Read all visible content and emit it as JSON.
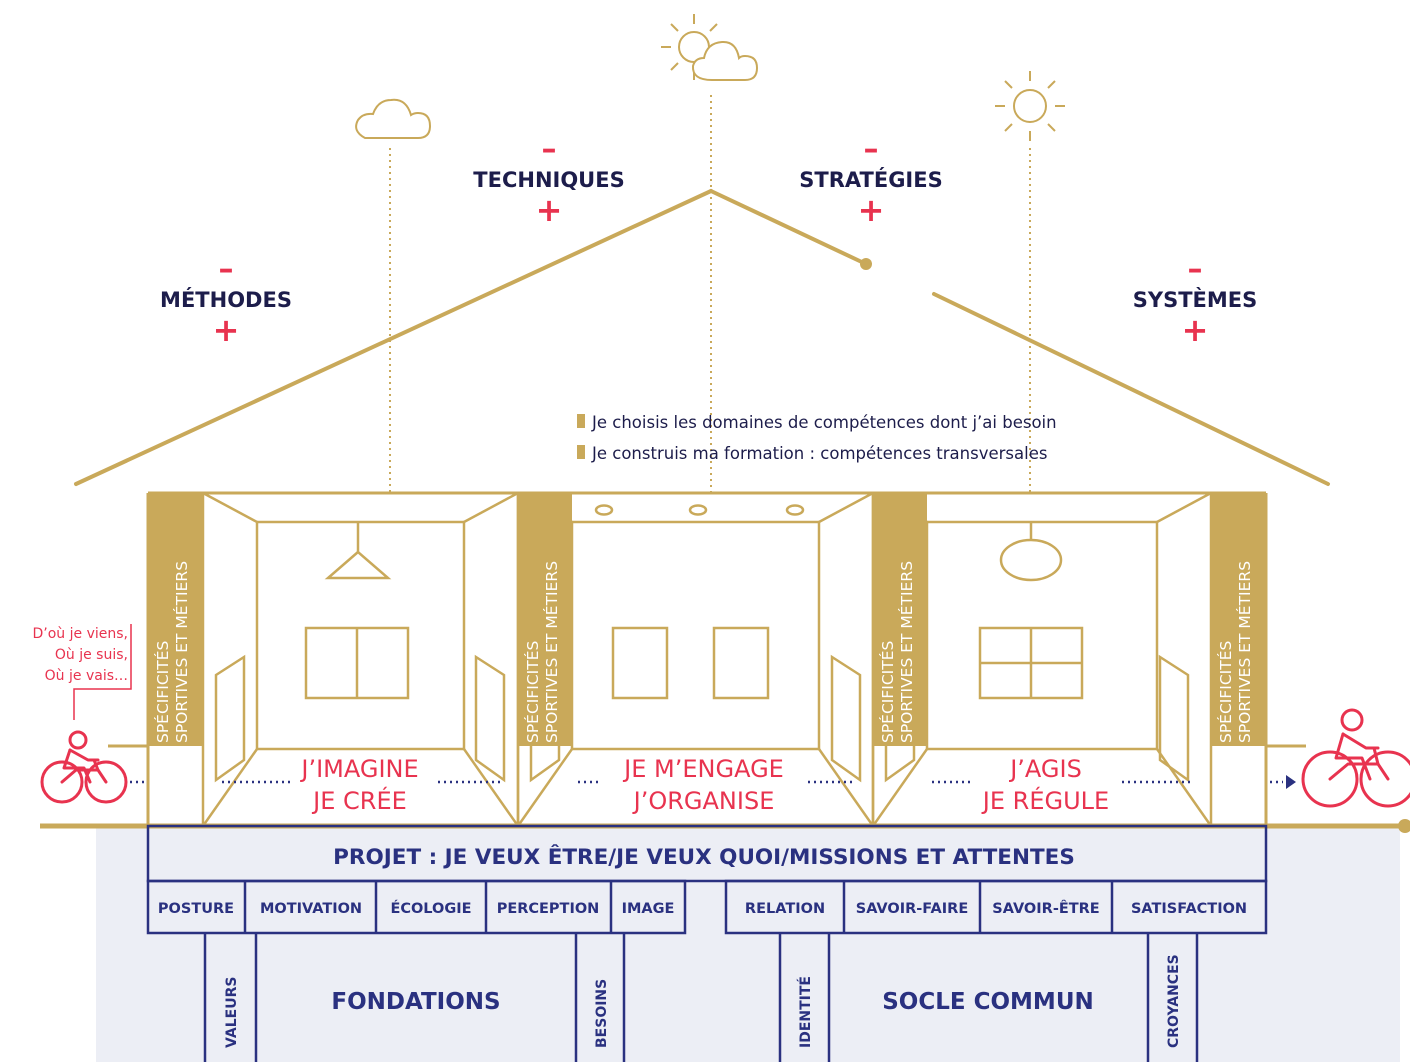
{
  "colors": {
    "gold": "#c9a95a",
    "navy": "#2a3180",
    "red": "#e8334f",
    "foundation_bg": "#eceef5"
  },
  "categories": [
    {
      "id": "methodes",
      "label": "MÉTHODES",
      "minus": "–",
      "plus": "+"
    },
    {
      "id": "techniques",
      "label": "TECHNIQUES",
      "minus": "–",
      "plus": "+"
    },
    {
      "id": "strategies",
      "label": "STRATÉGIES",
      "minus": "–",
      "plus": "+"
    },
    {
      "id": "systemes",
      "label": "SYSTÈMES",
      "minus": "–",
      "plus": "+"
    }
  ],
  "weather_icons": [
    "cloud-icon",
    "sun-cloud-icon",
    "sun-icon"
  ],
  "notes": [
    "Je choisis les domaines de compétences dont j’ai besoin",
    "Je construis ma formation : compétences transversales"
  ],
  "specificities": {
    "line1": "SPÉCIFICITÉS",
    "line2": "SPORTIVES ET MÉTIERS"
  },
  "rooms": [
    {
      "line1": "J’IMAGINE",
      "line2": "JE CRÉE"
    },
    {
      "line1": "JE M’ENGAGE",
      "line2": "J’ORGANISE"
    },
    {
      "line1": "J’AGIS",
      "line2": "JE RÉGULE"
    }
  ],
  "rider_text": [
    "D’où je viens,",
    "Où je suis,",
    "Où je vais…"
  ],
  "project": "PROJET : JE VEUX ÊTRE/JE VEUX QUOI/MISSIONS ET ATTENTES",
  "left_pillars": [
    "POSTURE",
    "MOTIVATION",
    "ÉCOLOGIE",
    "PERCEPTION",
    "IMAGE"
  ],
  "right_pillars": [
    "RELATION",
    "SAVOIR-FAIRE",
    "SAVOIR-ÊTRE",
    "SATISFACTION"
  ],
  "vertical_pillars": [
    "VALEURS",
    "BESOINS",
    "IDENTITÉ",
    "CROYANCES"
  ],
  "foundations": "FONDATIONS",
  "common_base": "SOCLE COMMUN"
}
